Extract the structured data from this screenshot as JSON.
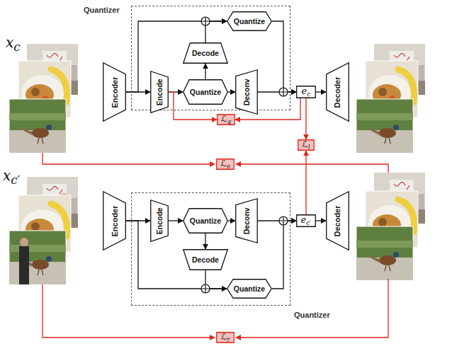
{
  "diagram": {
    "nodes": [
      {
        "text": [
          "Encoder"
        ]
      },
      {
        "text": [
          "Quantizer"
        ]
      },
      {
        "text": [
          "Quantize"
        ],
        "in": 1
      },
      {
        "text": [
          "Decode"
        ],
        "in": 1
      },
      {
        "text": [
          "Encode"
        ],
        "in": 1
      },
      {
        "text": [
          "Quantize"
        ],
        "in": 1
      },
      {
        "text": [
          "Deconv"
        ],
        "in": 1
      },
      {
        "text": [
          "ec"
        ]
      },
      {
        "text": [
          "Decoder"
        ]
      },
      {
        "text": [
          "ℒq"
        ]
      },
      {
        "text": [
          "ℒl"
        ]
      },
      {
        "text": [
          "ℒo"
        ]
      },
      {
        "text": [
          "Encoder"
        ]
      },
      {
        "text": [
          "Quantizer"
        ]
      },
      {
        "text": [
          "Encode"
        ],
        "in": 13
      },
      {
        "text": [
          "Quantize"
        ],
        "in": 13
      },
      {
        "text": [
          "Deconv"
        ],
        "in": 13
      },
      {
        "text": [
          "Decode"
        ],
        "in": 13
      },
      {
        "text": [
          "Quantize"
        ],
        "in": 13
      },
      {
        "text": [
          "ec′"
        ]
      },
      {
        "text": [
          "Decoder"
        ]
      },
      {
        "text": [
          "ℒr"
        ]
      }
    ],
    "edges": [
      {
        "from": 0,
        "to": 4,
        "arrow": "to"
      },
      {
        "from": 0,
        "to": 2,
        "arrow": "to"
      },
      {
        "from": 4,
        "to": 5,
        "arrow": "to"
      },
      {
        "from": 5,
        "to": 3,
        "arrow": "to"
      },
      {
        "from": 3,
        "to": 2,
        "arrow": "to"
      },
      {
        "from": 5,
        "to": 6,
        "arrow": "to"
      },
      {
        "from": 2,
        "to": 7,
        "arrow": "to"
      },
      {
        "from": 6,
        "to": 7,
        "arrow": "to"
      },
      {
        "from": 7,
        "to": 8,
        "arrow": "to"
      },
      {
        "from": 4,
        "to": 9,
        "arrow": "to"
      },
      {
        "from": 7,
        "to": 9,
        "arrow": "to"
      },
      {
        "from": 7,
        "to": 10,
        "arrow": "to"
      },
      {
        "from": 12,
        "to": 14,
        "arrow": "to"
      },
      {
        "from": 12,
        "to": 18,
        "arrow": "to"
      },
      {
        "from": 14,
        "to": 15,
        "arrow": "to"
      },
      {
        "from": 15,
        "to": 17,
        "arrow": "to"
      },
      {
        "from": 17,
        "to": 18,
        "arrow": "to"
      },
      {
        "from": 15,
        "to": 16,
        "arrow": "to"
      },
      {
        "from": 18,
        "to": 19,
        "arrow": "to"
      },
      {
        "from": 16,
        "to": 19,
        "arrow": "to"
      },
      {
        "from": 19,
        "to": 20,
        "arrow": "to"
      },
      {
        "from": 19,
        "to": 10,
        "arrow": "to"
      }
    ],
    "labels": [
      "xc",
      "xc′"
    ]
  }
}
